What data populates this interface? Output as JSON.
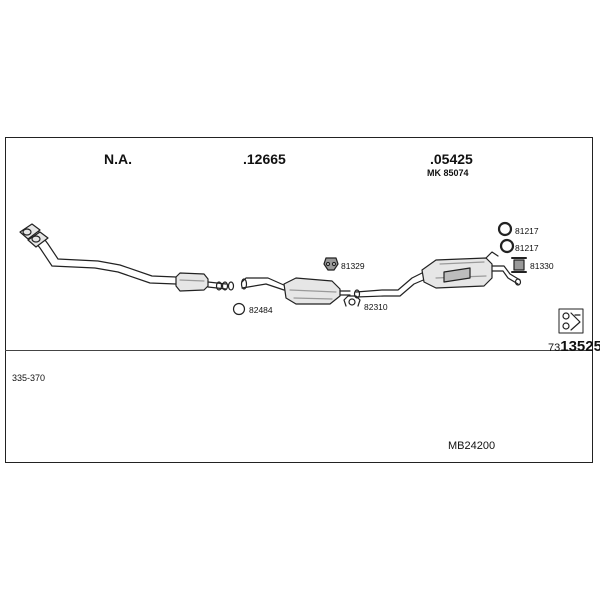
{
  "header": {
    "col1": "N.A.",
    "col2": ".12665",
    "col3": ".05425",
    "col3_sub": "MK  85074"
  },
  "parts": {
    "gasket_82484": "82484",
    "hanger_81329": "81329",
    "clamp_82310": "82310",
    "ring_81217_a": "81217",
    "ring_81217_b": "81217",
    "mount_81330": "81330"
  },
  "kit": {
    "prefix": "73",
    "code": "13525"
  },
  "footer": {
    "range": "335-370",
    "model": "MB24200"
  },
  "colors": {
    "line": "#222222",
    "fill": "#e6e6e6",
    "shade": "#9a9a9a"
  }
}
